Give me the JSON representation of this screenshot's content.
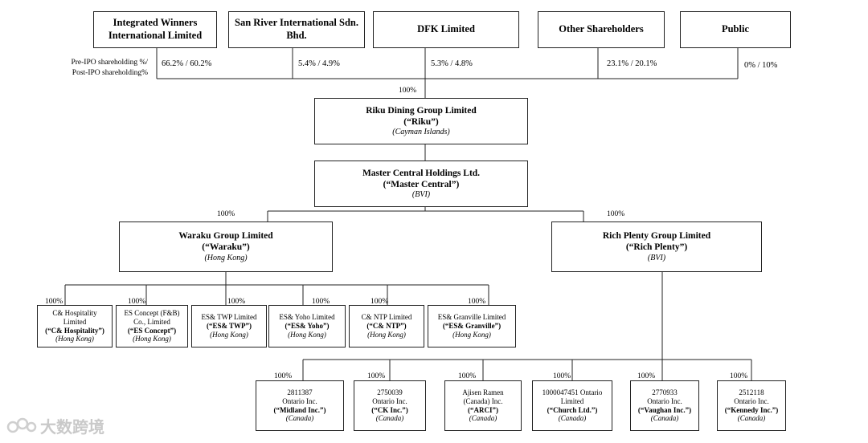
{
  "shareholders": [
    {
      "name": "Integrated Winners International Limited",
      "stake": "66.2% / 60.2%"
    },
    {
      "name": "San River International Sdn. Bhd.",
      "stake": "5.4% / 4.9%"
    },
    {
      "name": "DFK Limited",
      "stake": "5.3% / 4.8%"
    },
    {
      "name": "Other Shareholders",
      "stake": "23.1% / 20.1%"
    },
    {
      "name": "Public",
      "stake": "0% / 10%"
    }
  ],
  "legend": {
    "line1": "Pre-IPO shareholding %/",
    "line2": "Post-IPO shareholding%"
  },
  "riku": {
    "pct": "100%",
    "name": "Riku Dining Group Limited",
    "short": "(“Riku”)",
    "place": "(Cayman Islands)"
  },
  "master": {
    "name": "Master Central Holdings Ltd.",
    "short": "(“Master Central”)",
    "place": "(BVI)"
  },
  "waraku": {
    "pct": "100%",
    "name": "Waraku Group Limited",
    "short": "(“Waraku”)",
    "place": "(Hong Kong)"
  },
  "rich": {
    "pct": "100%",
    "name": "Rich Plenty Group Limited",
    "short": "(“Rich Plenty”)",
    "place": "(BVI)"
  },
  "hk_subs": [
    {
      "pct": "100%",
      "name1": "C& Hospitality",
      "name2": "Limited",
      "short": "(“C& Hospitality”)",
      "place": "(Hong Kong)"
    },
    {
      "pct": "100%",
      "name1": "ES Concept (F&B)",
      "name2": "Co., Limited",
      "short": "(“ES Concept”)",
      "place": "(Hong Kong)"
    },
    {
      "pct": "100%",
      "name1": "ES& TWP Limited",
      "name2": "",
      "short": "(“ES& TWP”)",
      "place": "(Hong Kong)"
    },
    {
      "pct": "100%",
      "name1": "ES& Yoho Limited",
      "name2": "",
      "short": "(“ES& Yoho”)",
      "place": "(Hong Kong)"
    },
    {
      "pct": "100%",
      "name1": "C& NTP Limited",
      "name2": "",
      "short": "(“C& NTP”)",
      "place": "(Hong Kong)"
    },
    {
      "pct": "100%",
      "name1": "ES& Granville Limited",
      "name2": "",
      "short": "(“ES& Granville”)",
      "place": "(Hong Kong)"
    }
  ],
  "ca_subs": [
    {
      "pct": "100%",
      "name1": "2811387",
      "name2": "Ontario Inc.",
      "short": "(“Midland Inc.”)",
      "place": "(Canada)"
    },
    {
      "pct": "100%",
      "name1": "2750039",
      "name2": "Ontario Inc.",
      "short": "(“CK Inc.”)",
      "place": "(Canada)"
    },
    {
      "pct": "100%",
      "name1": "Ajisen Ramen",
      "name2": "(Canada) Inc.",
      "short": "(“ARCI”)",
      "place": "(Canada)"
    },
    {
      "pct": "100%",
      "name1": "1000047451 Ontario",
      "name2": "Limited",
      "short": "(“Church Ltd.”)",
      "place": "(Canada)"
    },
    {
      "pct": "100%",
      "name1": "2770933",
      "name2": "Ontario Inc.",
      "short": "(“Vaughan Inc.”)",
      "place": "(Canada)"
    },
    {
      "pct": "100%",
      "name1": "2512118",
      "name2": "Ontario Inc.",
      "short": "(“Kennedy Inc.”)",
      "place": "(Canada)"
    }
  ],
  "watermark": "大数跨境"
}
